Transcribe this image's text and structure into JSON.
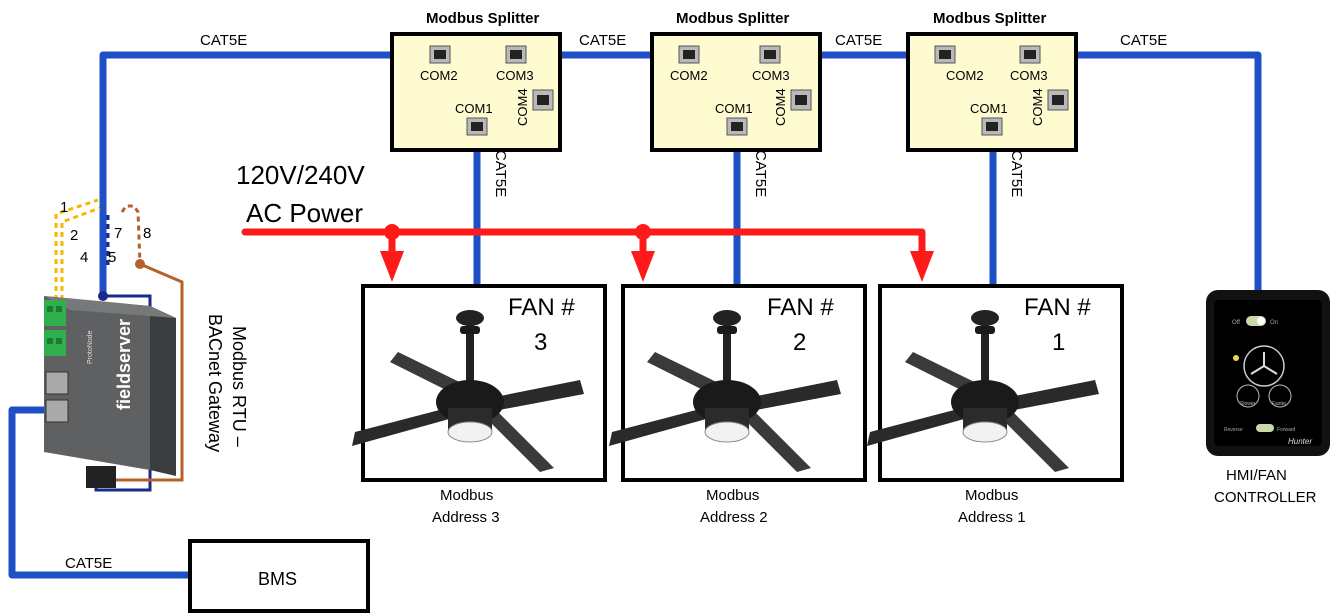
{
  "cable_label": "CAT5E",
  "splitters": [
    {
      "title": "Modbus Splitter",
      "com1": "COM1",
      "com2": "COM2",
      "com3": "COM3",
      "com4": "COM4"
    },
    {
      "title": "Modbus Splitter",
      "com1": "COM1",
      "com2": "COM2",
      "com3": "COM3",
      "com4": "COM4"
    },
    {
      "title": "Modbus Splitter",
      "com1": "COM1",
      "com2": "COM2",
      "com3": "COM3",
      "com4": "COM4"
    }
  ],
  "power": {
    "line1": "120V/240V",
    "line2": "AC Power"
  },
  "fans": [
    {
      "label": "FAN #",
      "number": "3",
      "address_line1": "Modbus",
      "address_line2": "Address 3"
    },
    {
      "label": "FAN #",
      "number": "2",
      "address_line1": "Modbus",
      "address_line2": "Address 2"
    },
    {
      "label": "FAN #",
      "number": "1",
      "address_line1": "Modbus",
      "address_line2": "Address 1"
    }
  ],
  "wire_numbers": [
    "1",
    "2",
    "4",
    "5",
    "7",
    "8"
  ],
  "gateway": {
    "label_line1": "Modbus RTU –",
    "label_line2": "BACnet Gateway",
    "brand": "fieldserver",
    "model": "ProtoNode"
  },
  "hmi": {
    "label_line1": "HMI/FAN",
    "label_line2": "CONTROLLER",
    "off": "Off",
    "on": "On",
    "slower": "Slower",
    "faster": "Faster",
    "reverse": "Reverse",
    "forward": "Forward",
    "brand": "Hunter"
  },
  "bms": {
    "label": "BMS"
  },
  "colors": {
    "network": "#1f4fc4",
    "power": "#ff1a1a",
    "splitter_fill": "#fffbd0",
    "wire_yellow": "#f5b800",
    "wire_brown": "#b5602a",
    "wire_navy": "#1a2a8c"
  }
}
